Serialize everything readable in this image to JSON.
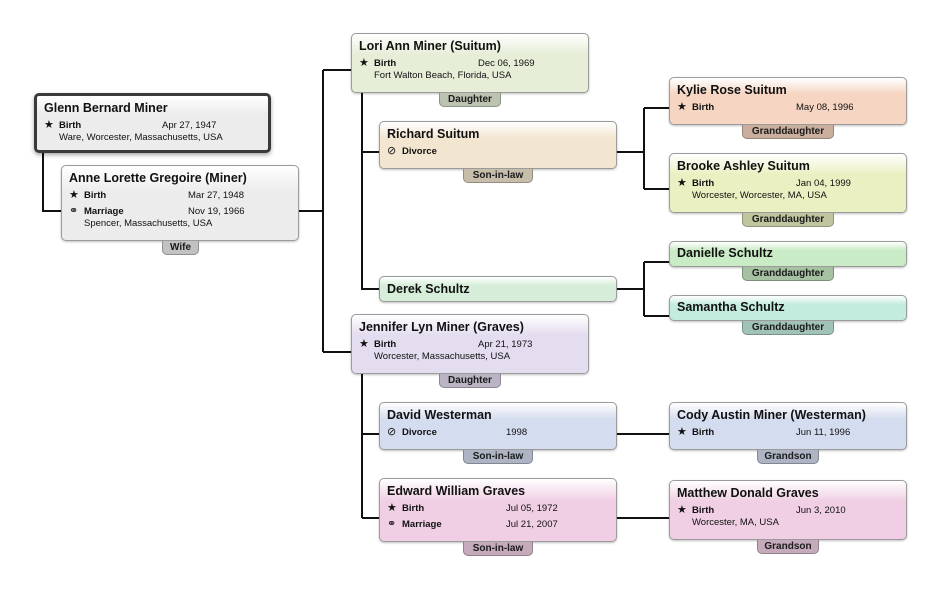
{
  "people": {
    "glenn": {
      "name": "Glenn Bernard Miner",
      "birth_label": "Birth",
      "birth_date": "Apr 27, 1947",
      "birth_place": "Ware, Worcester, Massachusetts, USA"
    },
    "anne": {
      "name": "Anne Lorette Gregoire (Miner)",
      "birth_label": "Birth",
      "birth_date": "Mar 27, 1948",
      "marriage_label": "Marriage",
      "marriage_date": "Nov 19, 1966",
      "marriage_place": "Spencer, Massachusetts, USA",
      "role": "Wife"
    },
    "lori": {
      "name": "Lori Ann Miner (Suitum)",
      "birth_label": "Birth",
      "birth_date": "Dec 06, 1969",
      "birth_place": "Fort Walton Beach, Florida, USA",
      "role": "Daughter"
    },
    "richard": {
      "name": "Richard Suitum",
      "divorce_label": "Divorce",
      "role": "Son-in-law"
    },
    "derek": {
      "name": "Derek Schultz"
    },
    "jennifer": {
      "name": "Jennifer Lyn Miner (Graves)",
      "birth_label": "Birth",
      "birth_date": "Apr 21, 1973",
      "birth_place": "Worcester, Massachusetts, USA",
      "role": "Daughter"
    },
    "david": {
      "name": "David Westerman",
      "divorce_label": "Divorce",
      "divorce_date": "1998",
      "role": "Son-in-law"
    },
    "edward": {
      "name": "Edward William Graves",
      "birth_label": "Birth",
      "birth_date": "Jul 05, 1972",
      "marriage_label": "Marriage",
      "marriage_date": "Jul 21, 2007",
      "role": "Son-in-law"
    },
    "kylie": {
      "name": "Kylie Rose Suitum",
      "birth_label": "Birth",
      "birth_date": "May 08, 1996",
      "role": "Granddaughter"
    },
    "brooke": {
      "name": "Brooke Ashley Suitum",
      "birth_label": "Birth",
      "birth_date": "Jan 04, 1999",
      "birth_place": "Worcester, Worcester, MA, USA",
      "role": "Granddaughter"
    },
    "danielle": {
      "name": "Danielle Schultz",
      "role": "Granddaughter"
    },
    "samantha": {
      "name": "Samantha Schultz",
      "role": "Granddaughter"
    },
    "cody": {
      "name": "Cody Austin Miner (Westerman)",
      "birth_label": "Birth",
      "birth_date": "Jun 11, 1996",
      "role": "Grandson"
    },
    "matthew": {
      "name": "Matthew Donald Graves",
      "birth_label": "Birth",
      "birth_date": "Jun 3, 2010",
      "birth_place": "Worcester, MA, USA",
      "role": "Grandson"
    }
  },
  "icons": {
    "birth": "star-icon",
    "marriage": "rings-icon",
    "divorce": "broken-rings-icon"
  },
  "colors": {
    "glenn": "#ececec",
    "anne": "#ececec",
    "lori": "#e6eed8",
    "richard": "#f3e6d0",
    "derek": "#d6eed9",
    "jennifer": "#e4dcef",
    "david": "#d4dcef",
    "edward": "#f0cfe4",
    "kylie": "#f6d5c2",
    "brooke": "#ebf0c2",
    "danielle": "#c9ebc5",
    "samantha": "#c3ecdf",
    "cody": "#d4dcef",
    "matthew": "#f0cfe4",
    "connector": "#111111"
  }
}
